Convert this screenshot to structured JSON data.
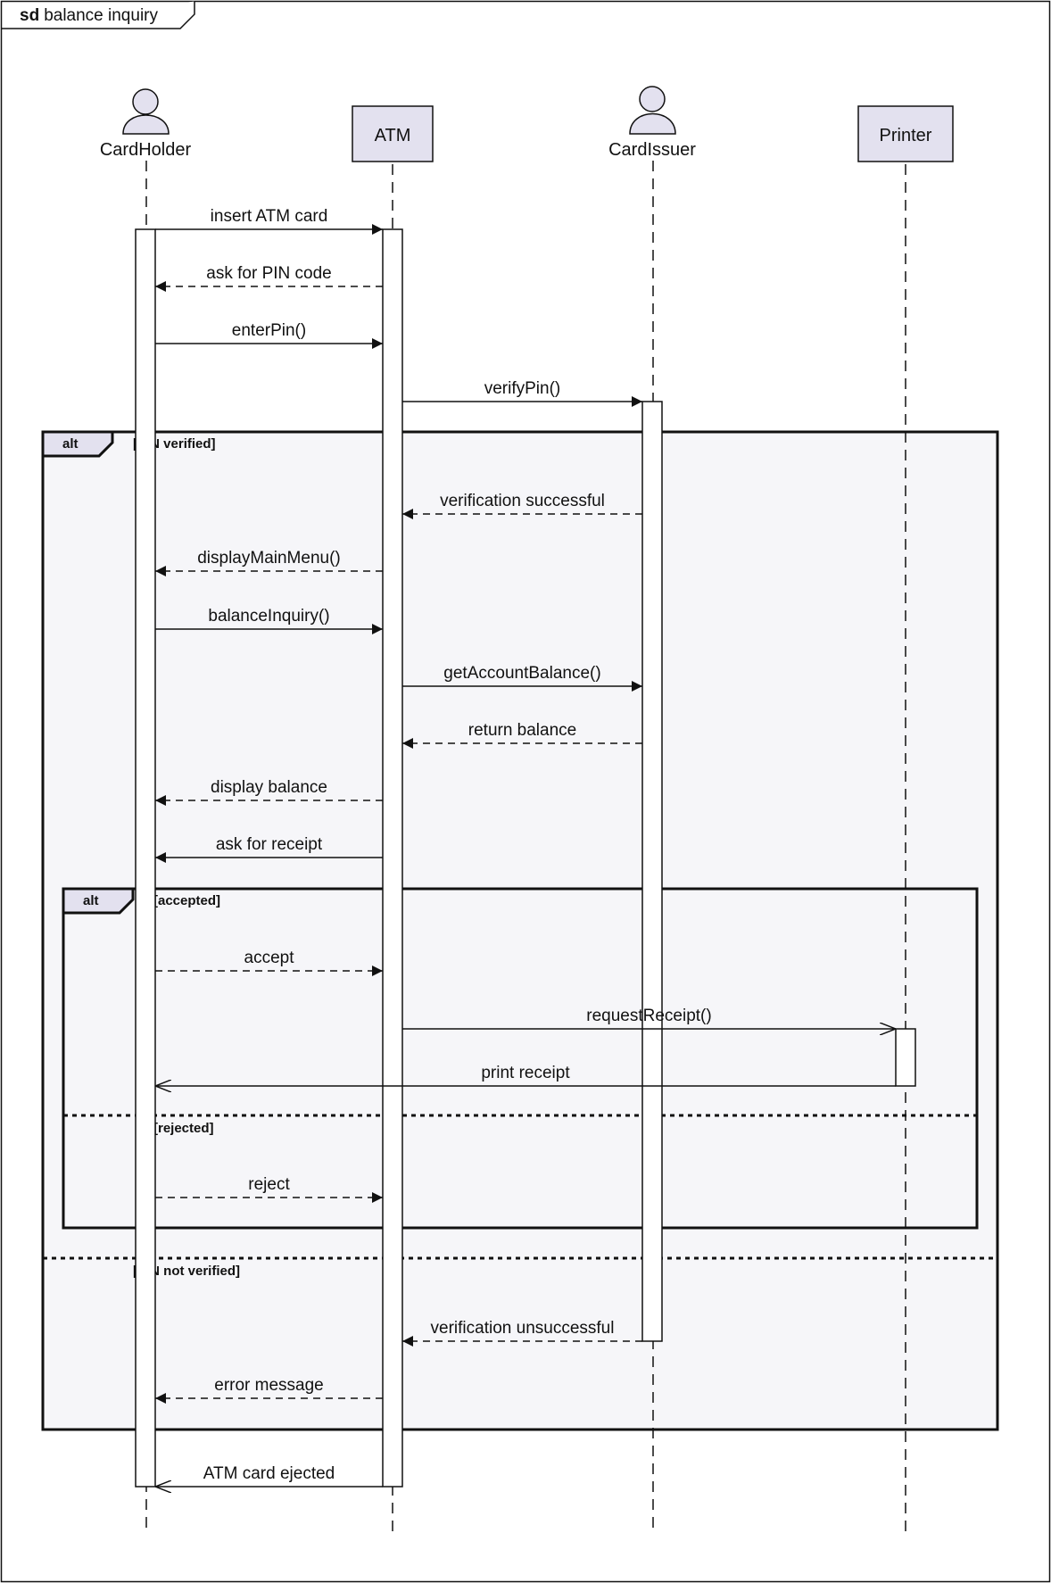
{
  "frame": {
    "keyword": "sd",
    "title": "balance inquiry"
  },
  "participants": [
    {
      "id": "cardholder",
      "name": "CardHolder",
      "kind": "actor"
    },
    {
      "id": "atm",
      "name": "ATM",
      "kind": "box"
    },
    {
      "id": "cardissuer",
      "name": "CardIssuer",
      "kind": "actor"
    },
    {
      "id": "printer",
      "name": "Printer",
      "kind": "box"
    }
  ],
  "messages": [
    {
      "label": "insert ATM card",
      "from": "cardholder",
      "to": "atm",
      "type": "sync"
    },
    {
      "label": "ask for PIN code",
      "from": "atm",
      "to": "cardholder",
      "type": "reply"
    },
    {
      "label": "enterPin()",
      "from": "cardholder",
      "to": "atm",
      "type": "sync"
    },
    {
      "label": "verifyPin()",
      "from": "atm",
      "to": "cardissuer",
      "type": "sync"
    },
    {
      "label": "verification successful",
      "from": "cardissuer",
      "to": "atm",
      "type": "reply"
    },
    {
      "label": "displayMainMenu()",
      "from": "atm",
      "to": "cardholder",
      "type": "reply"
    },
    {
      "label": "balanceInquiry()",
      "from": "cardholder",
      "to": "atm",
      "type": "sync"
    },
    {
      "label": "getAccountBalance()",
      "from": "atm",
      "to": "cardissuer",
      "type": "sync"
    },
    {
      "label": "return balance",
      "from": "cardissuer",
      "to": "atm",
      "type": "reply"
    },
    {
      "label": "display balance",
      "from": "atm",
      "to": "cardholder",
      "type": "reply"
    },
    {
      "label": "ask for receipt",
      "from": "atm",
      "to": "cardholder",
      "type": "sync"
    },
    {
      "label": "accept",
      "from": "cardholder",
      "to": "atm",
      "type": "reply"
    },
    {
      "label": "requestReceipt()",
      "from": "atm",
      "to": "printer",
      "type": "async"
    },
    {
      "label": "print receipt",
      "from": "printer",
      "to": "cardholder",
      "type": "async"
    },
    {
      "label": "reject",
      "from": "cardholder",
      "to": "atm",
      "type": "reply"
    },
    {
      "label": "verification unsuccessful",
      "from": "cardissuer",
      "to": "atm",
      "type": "reply"
    },
    {
      "label": "error message",
      "from": "atm",
      "to": "cardholder",
      "type": "reply"
    },
    {
      "label": "ATM card ejected",
      "from": "atm",
      "to": "cardholder",
      "type": "async"
    }
  ],
  "fragments": [
    {
      "operator": "alt",
      "guards": [
        "[PIN verified]",
        "[PIN not verified]"
      ]
    },
    {
      "operator": "alt",
      "guards": [
        "[accepted]",
        "[rejected]"
      ]
    }
  ],
  "colors": {
    "participant_fill": "#e3e1ef",
    "fragment_fill": "#f6f6f9",
    "line": "#111111"
  }
}
